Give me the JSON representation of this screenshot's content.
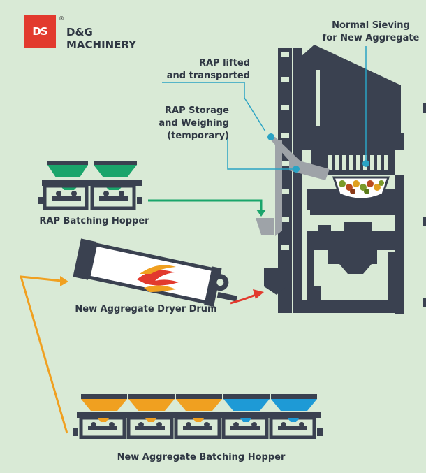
{
  "brand": {
    "mark": "DS",
    "registered": "®",
    "line1": "D&G",
    "line2": "MACHINERY"
  },
  "labels": {
    "normal_sieving": "Normal Sieving\nfor New Aggregate",
    "rap_lifted": "RAP lifted\nand transported",
    "rap_storage": "RAP Storage\nand Weighing\n(temporary)",
    "rap_hopper": "RAP Batching Hopper",
    "dryer_drum": "New Aggregate Dryer Drum",
    "new_hopper": "New Aggregate Batching Hopper"
  },
  "colors": {
    "background": "#d9ead6",
    "machine": "#3a4150",
    "green": "#1aa56b",
    "orange": "#f0a020",
    "blue": "#1e9ad6",
    "red": "#e23a2e",
    "leader": "#2aa3c4"
  }
}
